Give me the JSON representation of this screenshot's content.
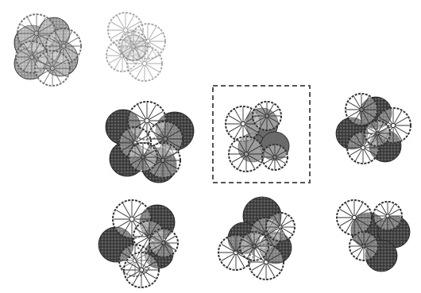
{
  "figure": {
    "clusters": [
      {
        "id": "cluster-1",
        "row": 1,
        "col": 1,
        "style": "faded",
        "highlighted": false
      },
      {
        "id": "cluster-2",
        "row": 1,
        "col": 2,
        "style": "very-faded",
        "highlighted": false
      },
      {
        "id": "cluster-3",
        "row": 2,
        "col": 1,
        "style": "dark",
        "highlighted": false
      },
      {
        "id": "cluster-4",
        "row": 2,
        "col": 2,
        "style": "medium",
        "highlighted": true
      },
      {
        "id": "cluster-5",
        "row": 2,
        "col": 3,
        "style": "dark",
        "highlighted": false
      },
      {
        "id": "cluster-6",
        "row": 3,
        "col": 1,
        "style": "dark",
        "highlighted": false
      },
      {
        "id": "cluster-7",
        "row": 3,
        "col": 2,
        "style": "dark",
        "highlighted": false
      },
      {
        "id": "cluster-8",
        "row": 3,
        "col": 3,
        "style": "dark",
        "highlighted": false
      }
    ],
    "colors": {
      "dark_fill": "#3a3a3a",
      "medium_fill": "#6a6a6a",
      "faded_fill": "#9a9a9a",
      "stroke": "#333333",
      "highlight_box": "#555555"
    }
  }
}
